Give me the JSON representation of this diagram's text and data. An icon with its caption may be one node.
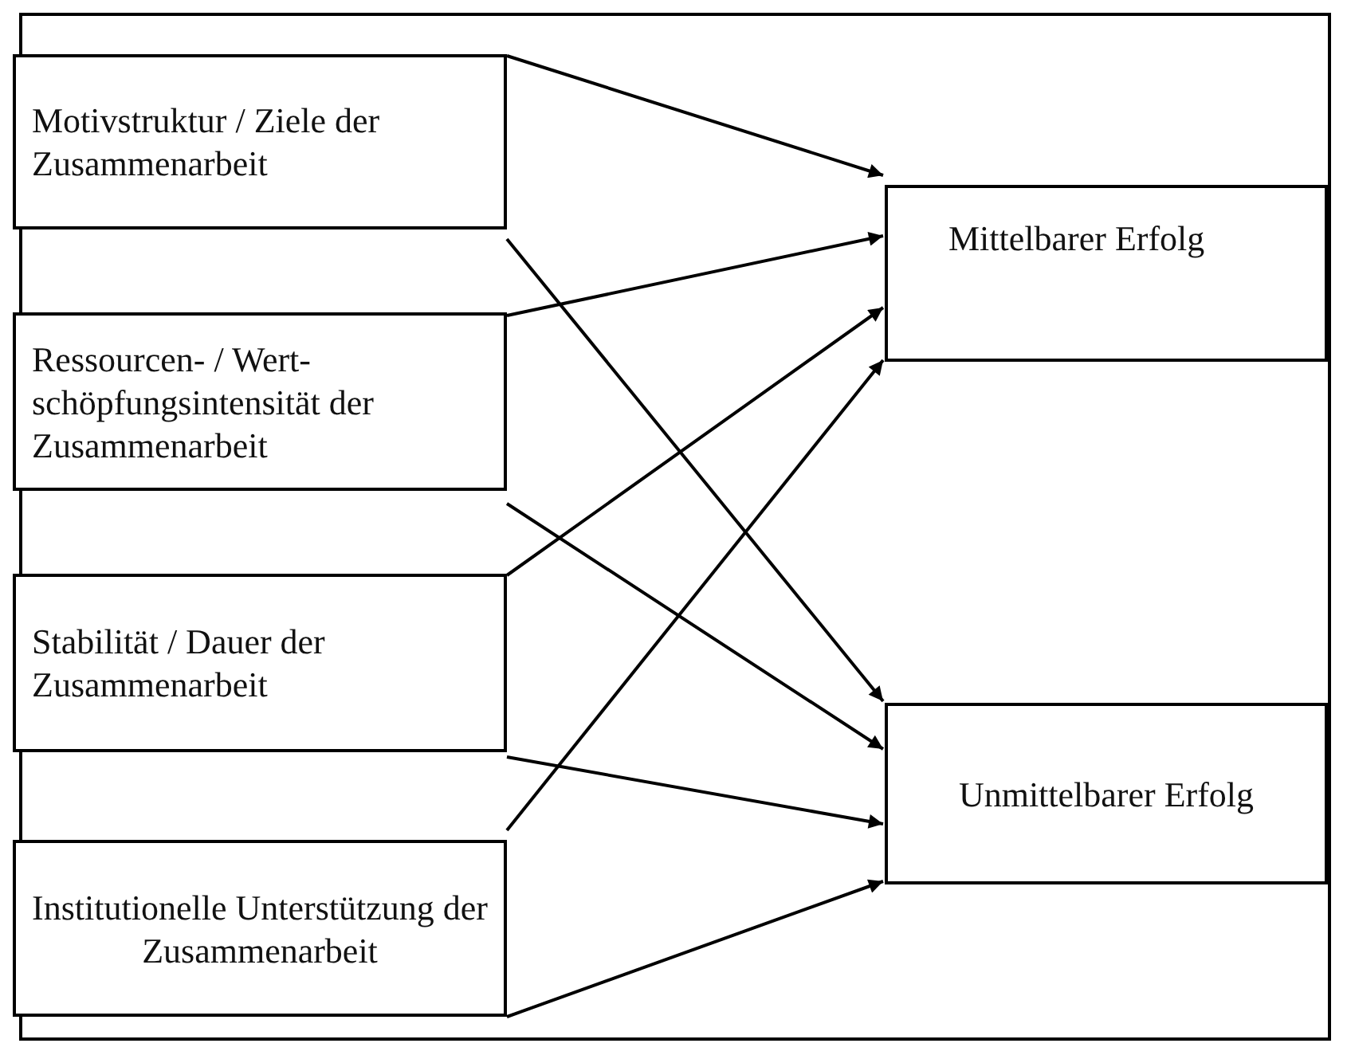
{
  "diagram": {
    "nodes": [
      {
        "text": [
          "Motivstruktur / Ziele der Zusammenarbeit"
        ]
      },
      {
        "text": [
          "Ressourcen- / Wert-schöpfungsintensität der Zusammenarbeit"
        ]
      },
      {
        "text": [
          "Stabilität / Dauer der Zusammenarbeit"
        ]
      },
      {
        "text": [
          "Institutionelle Unterstützung der Zusammenarbeit"
        ]
      },
      {
        "text": [
          "Mittelbarer Erfolg"
        ]
      },
      {
        "text": [
          "Unmittelbarer Erfolg"
        ]
      }
    ],
    "edges": [
      {
        "from": 0,
        "to": 4,
        "arrow": "to"
      },
      {
        "from": 0,
        "to": 5,
        "arrow": "to"
      },
      {
        "from": 1,
        "to": 4,
        "arrow": "to"
      },
      {
        "from": 1,
        "to": 5,
        "arrow": "to"
      },
      {
        "from": 2,
        "to": 4,
        "arrow": "to"
      },
      {
        "from": 2,
        "to": 5,
        "arrow": "to"
      },
      {
        "from": 3,
        "to": 4,
        "arrow": "to"
      },
      {
        "from": 3,
        "to": 5,
        "arrow": "to"
      }
    ]
  }
}
